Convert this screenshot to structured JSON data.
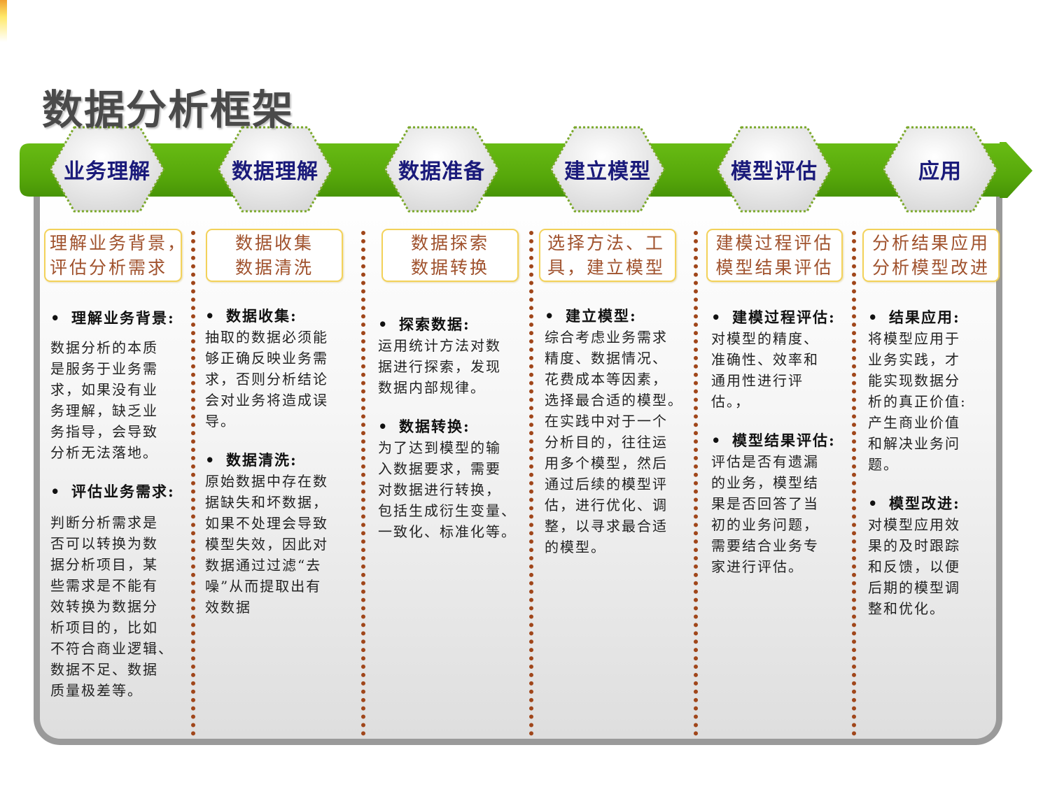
{
  "title": "数据分析框架",
  "colors": {
    "arrow_green": "#5aab0c",
    "hex_label": "#1a1a7a",
    "summary_text": "#a0522d",
    "summary_border": "#f3d25a",
    "divider": "#a0461a",
    "panel_border": "#9a9a9a"
  },
  "stages": [
    {
      "label": "业务理解",
      "summary": [
        "理解业务背景，",
        "评估分析需求"
      ],
      "sections": [
        {
          "heading": "理解业务背景:",
          "text": "数据分析的本质是服务于业务需求，如果没有业务理解，缺乏业务指导，会导致分析无法落地。"
        },
        {
          "heading": "评估业务需求:",
          "text": "判断分析需求是否可以转换为数据分析项目，某些需求是不能有效转换为数据分析项目的，比如不符合商业逻辑、数据不足、数据质量极差等。"
        }
      ]
    },
    {
      "label": "数据理解",
      "summary": [
        "数据收集",
        "数据清洗"
      ],
      "sections": [
        {
          "heading": "数据收集:",
          "text": "抽取的数据必须能够正确反映业务需求，否则分析结论会对业务将造成误导。"
        },
        {
          "heading": "数据清洗:",
          "text": "原始数据中存在数据缺失和坏数据，如果不处理会导致模型失效，因此对数据通过过滤“去噪”从而提取出有效数据"
        }
      ]
    },
    {
      "label": "数据准备",
      "summary": [
        "数据探索",
        "数据转换"
      ],
      "sections": [
        {
          "heading": "探索数据:",
          "text": "运用统计方法对数据进行探索，发现数据内部规律。"
        },
        {
          "heading": "数据转换:",
          "text": "为了达到模型的输入数据要求，需要对数据进行转换，包括生成衍生变量、一致化、标准化等。"
        }
      ]
    },
    {
      "label": "建立模型",
      "summary": [
        "选择方法、工",
        "具，建立模型"
      ],
      "sections": [
        {
          "heading": "建立模型:",
          "text": "综合考虑业务需求精度、数据情况、花费成本等因素，选择最合适的模型。在实践中对于一个分析目的，往往运用多个模型，然后通过后续的模型评估，进行优化、调整，以寻求最合适的模型。"
        }
      ]
    },
    {
      "label": "模型评估",
      "summary": [
        "建模过程评估",
        "模型结果评估"
      ],
      "sections": [
        {
          "heading": "建模过程评估:",
          "text": "对模型的精度、准确性、效率和通用性进行评估。，"
        },
        {
          "heading": "模型结果评估:",
          "text": "评估是否有遗漏的业务，模型结果是否回答了当初的业务问题，需要结合业务专家进行评估。"
        }
      ]
    },
    {
      "label": "应用",
      "summary": [
        "分析结果应用",
        "分析模型改进"
      ],
      "sections": [
        {
          "heading": "结果应用:",
          "text": "将模型应用于业务实践，才能实现数据分析的真正价值：产生商业价值和解决业务问题。"
        },
        {
          "heading": "模型改进:",
          "text": "对模型应用效果的及时跟踪和反馈，以便后期的模型调整和优化。"
        }
      ]
    }
  ],
  "columns_lines": [
    [
      [
        "理解业务背景:"
      ],
      [
        "数据分析的本质",
        "是服务于业务需",
        "求，如果没有业",
        "务理解，缺乏业",
        "务指导，会导致",
        "分析无法落地。"
      ],
      [
        "评估业务需求:"
      ],
      [
        "判断分析需求是",
        "否可以转换为数",
        "据分析项目，某",
        "些需求是不能有",
        "效转换为数据分",
        "析项目的，比如",
        "不符合商业逻辑、",
        "数据不足、数据",
        "质量极差等。"
      ]
    ],
    [
      [
        "数据收集:"
      ],
      [
        "抽取的数据必须能",
        "够正确反映业务需",
        "求，否则分析结论",
        "会对业务将造成误",
        "导。"
      ],
      [
        "数据清洗:"
      ],
      [
        "原始数据中存在数",
        "据缺失和坏数据，",
        "如果不处理会导致",
        "模型失效，因此对",
        "数据通过过滤“去",
        "噪”从而提取出有",
        "效数据"
      ]
    ],
    [
      [
        "探索数据:"
      ],
      [
        "运用统计方法对数",
        "据进行探索，发现",
        "数据内部规律。"
      ],
      [
        "数据转换:"
      ],
      [
        "为了达到模型的输",
        "入数据要求，需要",
        "对数据进行转换，",
        "包括生成衍生变量、",
        "一致化、标准化等。"
      ]
    ],
    [
      [
        "建立模型:"
      ],
      [
        "综合考虑业务需求",
        "精度、数据情况、",
        "花费成本等因素，",
        "选择最合适的模型。",
        "在实践中对于一个",
        "分析目的，往往运",
        "用多个模型，然后",
        "通过后续的模型评",
        "估，进行优化、调",
        "整，以寻求最合适",
        "的模型。"
      ]
    ],
    [
      [
        "建模过程评估:"
      ],
      [
        "对模型的精度、",
        "准确性、效率和",
        "通用性进行评",
        "估。，"
      ],
      [
        "模型结果评估:"
      ],
      [
        "评估是否有遗漏",
        "的业务，模型结",
        "果是否回答了当",
        "初的业务问题，",
        "需要结合业务专",
        "家进行评估。"
      ]
    ],
    [
      [
        "结果应用:"
      ],
      [
        "将模型应用于",
        "业务实践，才",
        "能实现数据分",
        "析的真正价值:",
        "产生商业价值",
        "和解决业务问",
        "题。"
      ],
      [
        "模型改进:"
      ],
      [
        "对模型应用效",
        "果的及时跟踪",
        "和反馈，以便",
        "后期的模型调",
        "整和优化。"
      ]
    ]
  ]
}
